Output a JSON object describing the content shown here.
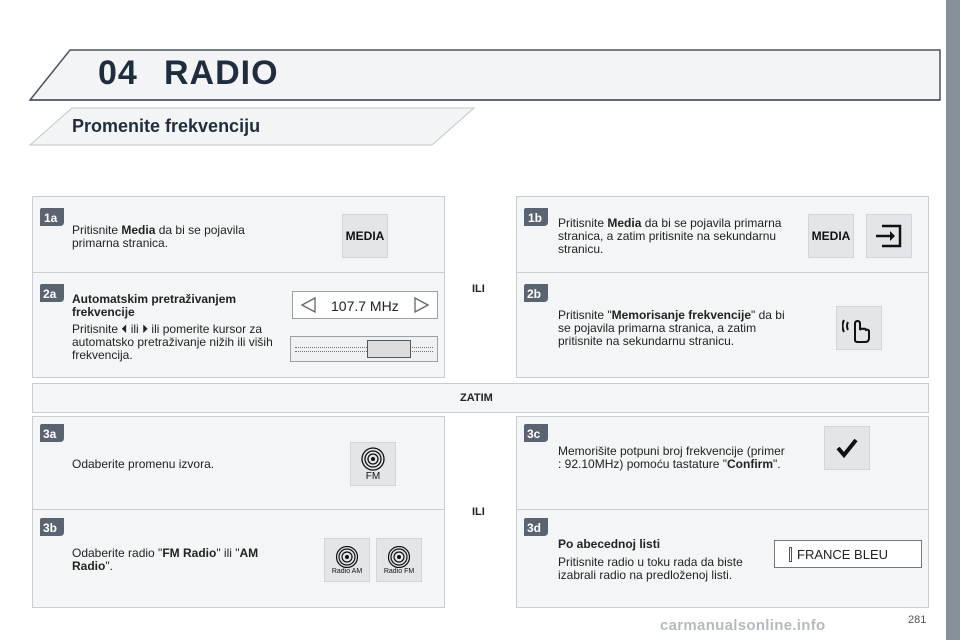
{
  "header": {
    "chapter_number": "04",
    "chapter_title": "RADIO"
  },
  "section_title": "Promenite frekvenciju",
  "step_1a": {
    "badge": "1a",
    "text_prefix": "Pritisnite ",
    "text_bold": "Media",
    "text_suffix": " da bi se pojavila primarna stranica.",
    "button_label": "MEDIA"
  },
  "step_1b": {
    "badge": "1b",
    "text_prefix": "Pritisnite ",
    "text_bold": "Media",
    "text_suffix": " da bi se pojavila primarna stranica, a zatim pritisnite na sekundarnu stranicu.",
    "button_label": "MEDIA"
  },
  "step_2a": {
    "badge": "2a",
    "heading": "Automatskim pretraživanjem frekvencije",
    "text_prefix": "Pritisnite ",
    "text_mid": " ili ",
    "text_suffix": " ili pomerite kursor za automatsko pretraživanje nižih ili viših frekvencija.",
    "frequency": "107.7 MHz"
  },
  "step_2b": {
    "badge": "2b",
    "text_prefix": "Pritisnite \"",
    "text_bold": "Memorisanje frekvencije",
    "text_suffix": "\" da bi se pojavila primarna stranica, a zatim pritisnite na sekundarnu stranicu."
  },
  "step_3a": {
    "badge": "3a",
    "text": "Odaberite promenu izvora.",
    "icon_label": "FM"
  },
  "step_3b": {
    "badge": "3b",
    "text_prefix": "Odaberite radio \"",
    "text_bold1": "FM Radio",
    "text_mid": "\" ili \"",
    "text_bold2": "AM Radio",
    "text_suffix": "\".",
    "icon_am_label": "Radio AM",
    "icon_fm_label": "Radio FM"
  },
  "step_3c": {
    "badge": "3c",
    "text_prefix": "Memorišite potpuni broj frekvencije (primer : 92.10MHz) pomoću tastature \"",
    "text_bold": "Confirm",
    "text_suffix": "\"."
  },
  "step_3d": {
    "badge": "3d",
    "heading": "Po abecednoj listi",
    "text": "Pritisnite radio u toku rada da biste izabrali radio na predloženoj listi.",
    "station": "FRANCE BLEU"
  },
  "separators": {
    "ili_top": "ILI",
    "zatim": "ZATIM",
    "ili_bottom": "ILI"
  },
  "page_number": "281",
  "watermark": "carmanualsonline.info",
  "colors": {
    "title": "#1f2d3d",
    "panel_bg": "#f4f5f6",
    "panel_border": "#c9cdd2",
    "badge": "#5a6470",
    "sidebar": "#8a9099"
  }
}
